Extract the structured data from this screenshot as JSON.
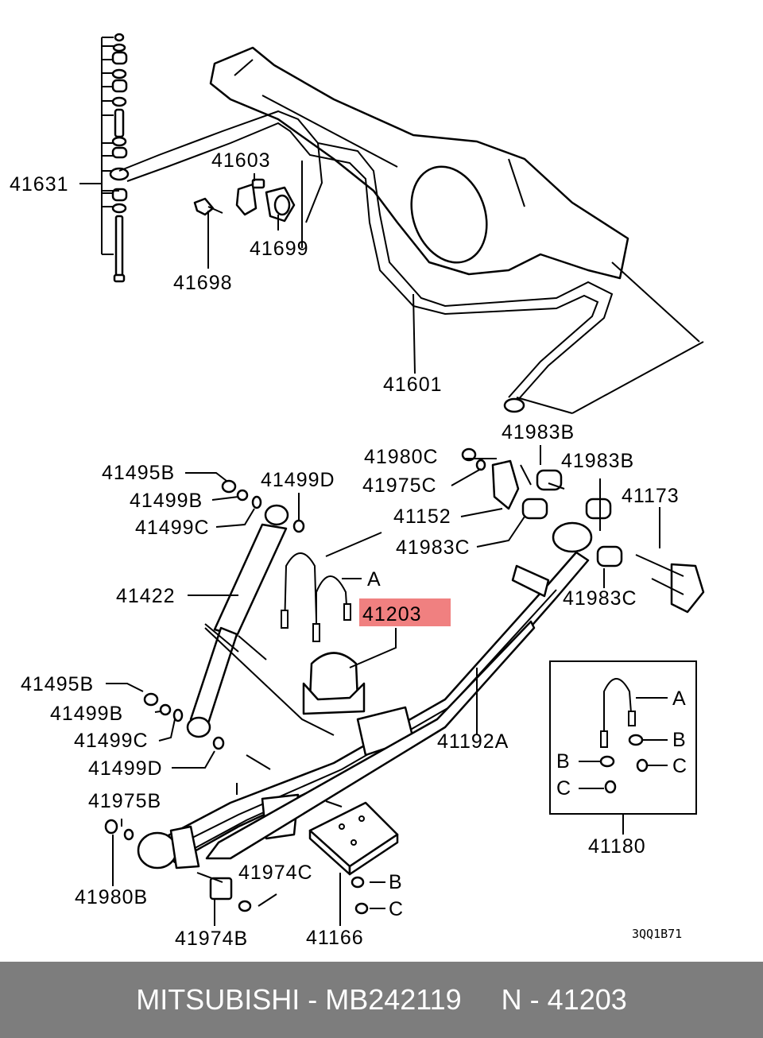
{
  "diagram": {
    "labels": {
      "l41631": "41631",
      "l41603": "41603",
      "l41699": "41699",
      "l41698": "41698",
      "l41601": "41601",
      "l41983B_1": "41983B",
      "l41980C": "41980C",
      "l41983B_2": "41983B",
      "l41495B_1": "41495B",
      "l41499D_1": "41499D",
      "l41975C": "41975C",
      "l41173": "41173",
      "l41499B_1": "41499B",
      "l41152": "41152",
      "l41499C_1": "41499C",
      "l41983C_1": "41983C",
      "l_A": "A",
      "l41422": "41422",
      "l41203": "41203",
      "l41983C_2": "41983C",
      "l41495B_2": "41495B",
      "l41192A": "41192A",
      "l41499B_2": "41499B",
      "l41499C_2": "41499C",
      "l41499D_2": "41499D",
      "l41975B": "41975B",
      "l41974C": "41974C",
      "l_B": "B",
      "l_C": "C",
      "l41980B": "41980B",
      "l41166": "41166",
      "l41974B": "41974B",
      "l41180": "41180",
      "inset_A": "A",
      "inset_B1": "B",
      "inset_B2": "B",
      "inset_C1": "C",
      "inset_C2": "C"
    },
    "highlight_color": "#f08080",
    "drawing_ref": "3QQ1B71"
  },
  "footer": {
    "text": "MITSUBISHI - MB242119     N - 41203"
  }
}
